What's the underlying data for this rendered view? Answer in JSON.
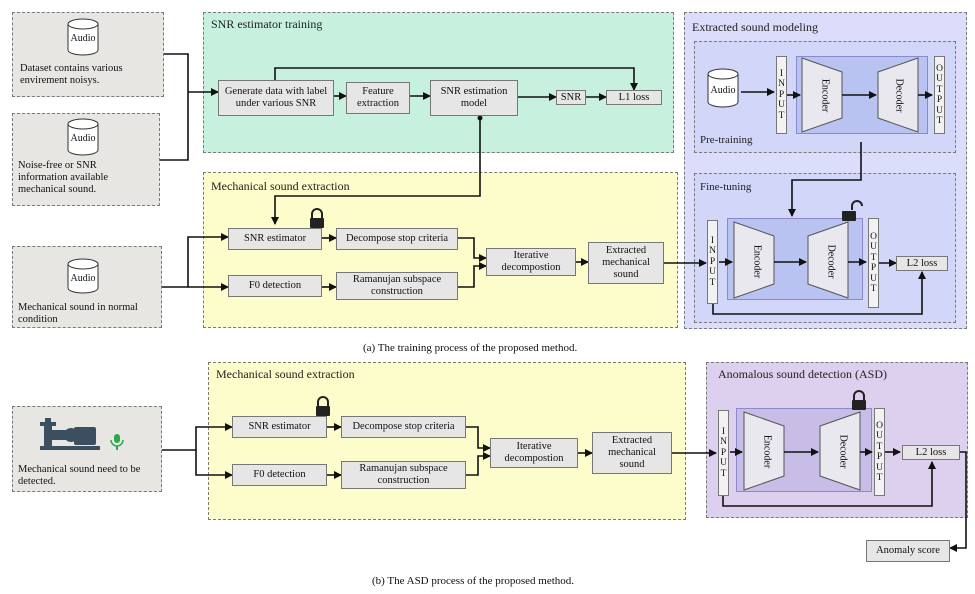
{
  "sources": {
    "dataset": {
      "cyl": "Audio",
      "text": "Dataset contains various\nenvirement noisys."
    },
    "clean": {
      "cyl": "Audio",
      "text": "Noise-free or SNR\ninformation available\nmechanical sound."
    },
    "normal": {
      "cyl": "Audio",
      "text": "Mechanical sound  in normal\ncondition"
    },
    "detect": {
      "text": "Mechanical sound need to be\ndetected."
    }
  },
  "snr_training": {
    "title": "SNR estimator training",
    "generate": "Generate data with  label\nunder various SNR",
    "feature": "Feature\nextraction",
    "model": "SNR estimation\nmodel",
    "snr": "SNR",
    "l1": "L1 loss"
  },
  "mech_a": {
    "title": "Mechanical sound extraction",
    "snr_est": "SNR estimator",
    "stop": "Decompose stop criteria",
    "f0": "F0 detection",
    "ram": "Ramanujan subspace\nconstruction",
    "iter": "Iterative\ndecompostion",
    "extracted": "Extracted\nmechanical\nsound"
  },
  "modeling": {
    "title": "Extracted sound modeling",
    "pretrain_title": "Pre-training",
    "finetune_title": "Fine-tuning",
    "audio": "Audio",
    "input": "INPUT",
    "output": "OUTPUT",
    "encoder": "Encoder",
    "decoder": "Decoder",
    "l2": "L2 loss"
  },
  "caption_a": "(a) The training process of the proposed method.",
  "mech_b": {
    "title": "Mechanical sound extraction",
    "snr_est": "SNR estimator",
    "stop": "Decompose stop criteria",
    "f0": "F0 detection",
    "ram": "Ramanujan subspace\nconstruction",
    "iter": "Iterative\ndecompostion",
    "extracted": "Extracted\nmechanical\nsound"
  },
  "asd": {
    "title": "Anomalous sound detection (ASD)",
    "input": "INPUT",
    "output": "OUTPUT",
    "encoder": "Encoder",
    "decoder": "Decoder",
    "l2": "L2 loss",
    "score": "Anomaly score"
  },
  "caption_b": "(b) The ASD process of the proposed method.",
  "colors": {
    "green_panel": "#c8f0df",
    "yellow_panel": "#fdfdcb",
    "blue_panel": "#dcdcfb",
    "purple_panel": "#ddd0ee",
    "source_panel": "#e8e6e2",
    "inner_blue": "#b9c3f2"
  }
}
